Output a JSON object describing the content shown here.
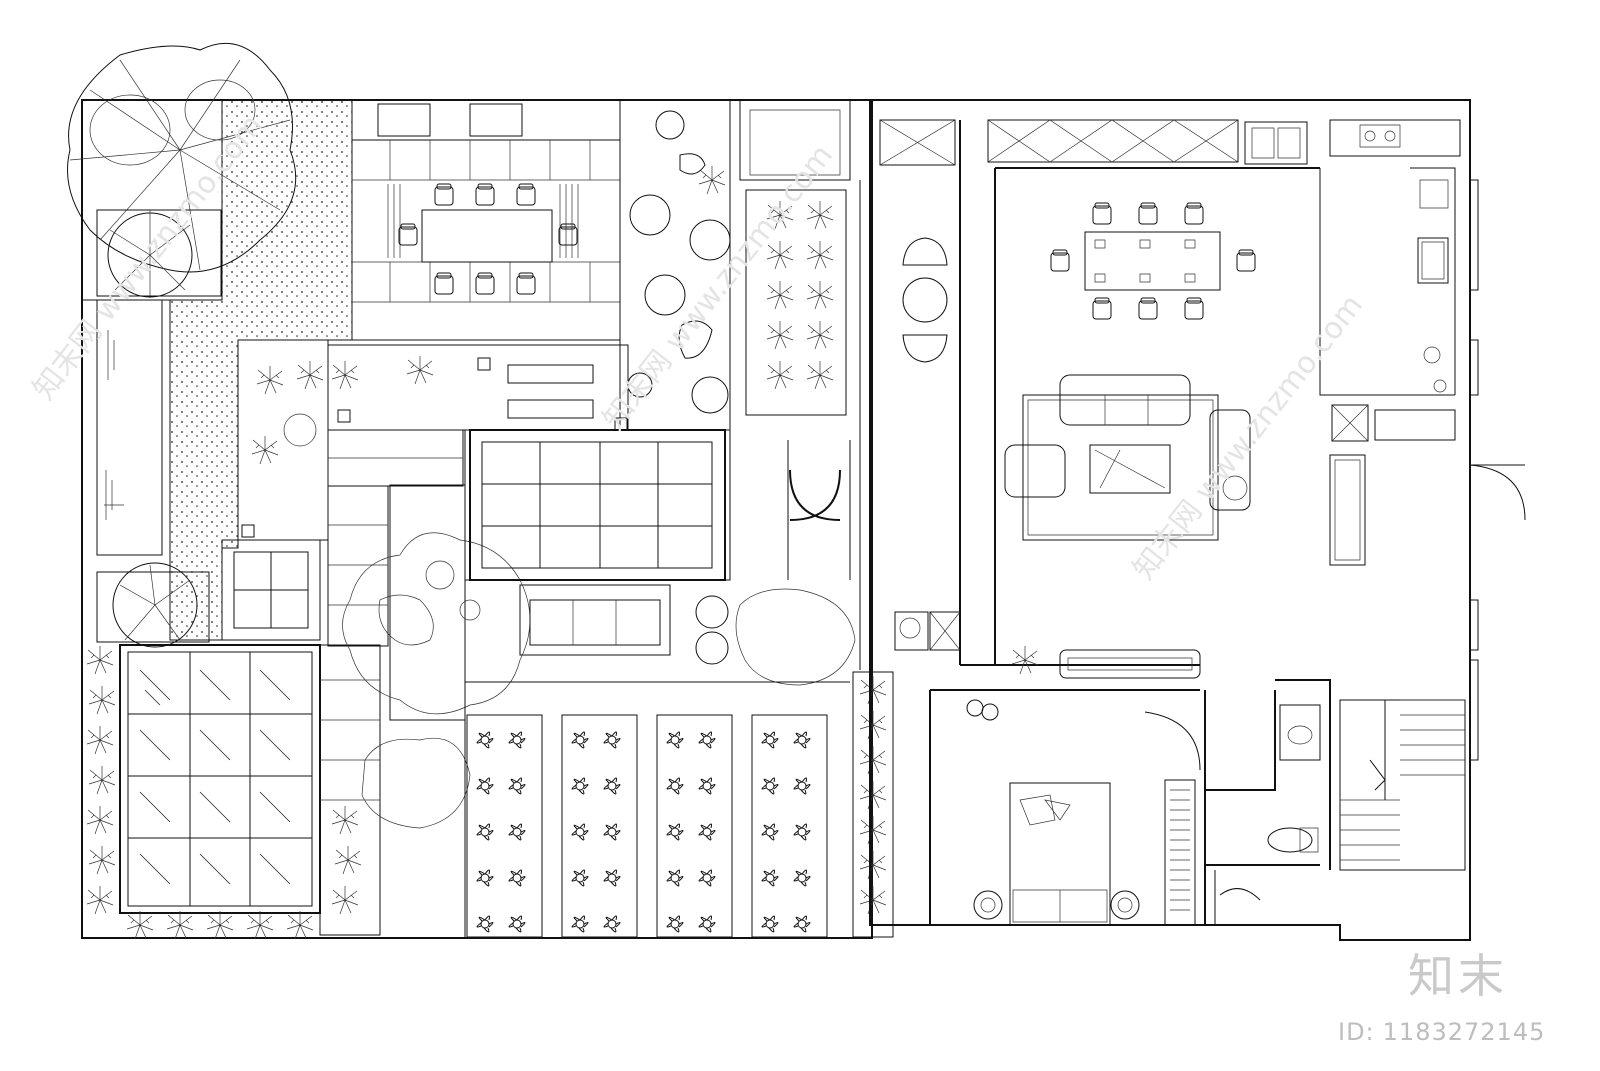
{
  "watermark": {
    "logo_text": "知末",
    "id_label": "ID:",
    "id_value": "1183272145",
    "diagonal_text": "知末网 www.znzmo.com"
  },
  "plan": {
    "dots_pattern": "stipple",
    "colors": {
      "line": "#111111",
      "background": "#ffffff",
      "watermark": "#c9c9c9"
    }
  }
}
